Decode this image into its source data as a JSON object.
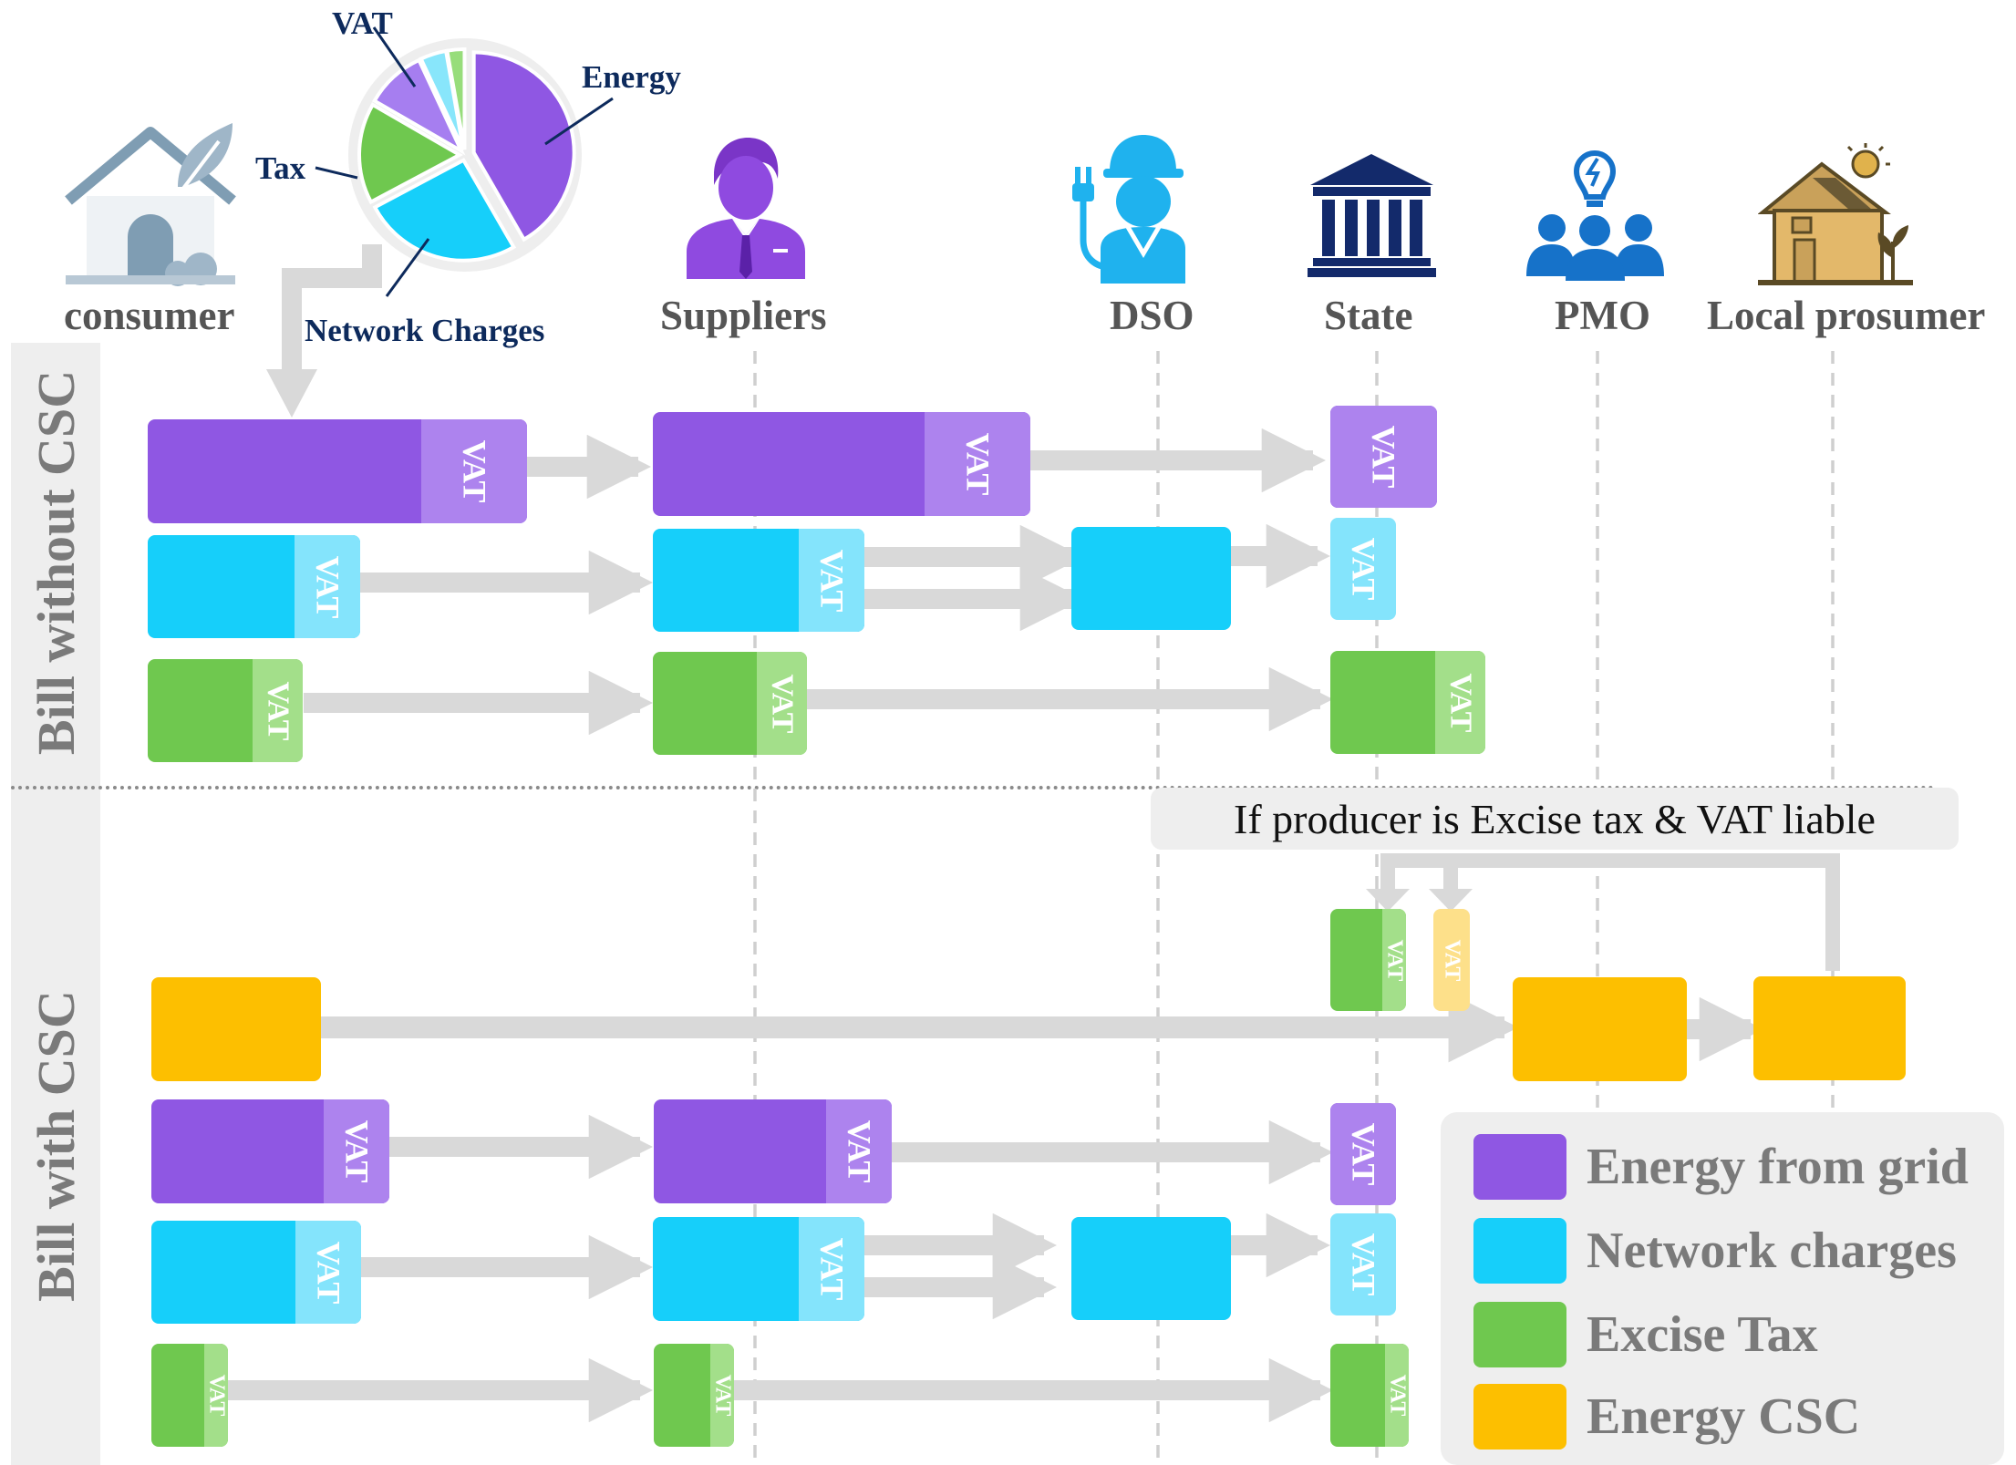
{
  "colors": {
    "energy": "#8f57e3",
    "energy_vat": "#ad83ee",
    "network": "#16cffa",
    "network_vat": "#84e4fc",
    "tax": "#6fc84f",
    "tax_vat": "#a3df8a",
    "csc": "#fdbf00",
    "csc_vat": "#fde08a",
    "arrow": "#d9d9d9",
    "guide": "#cfcfcf",
    "pie_other": "#a67ef0",
    "pie_vat": "#88e6fb",
    "pie_tax_small": "#97dd7b"
  },
  "actors": {
    "consumer": "consumer",
    "suppliers": "Suppliers",
    "dso": "DSO",
    "state": "State",
    "pmo": "PMO",
    "local_prosumer": "Local prosumer"
  },
  "icons": {
    "consumer": "house-leaf-icon",
    "suppliers": "businessman-icon",
    "dso": "electrician-icon",
    "state": "government-building-icon",
    "pmo": "group-lightbulb-icon",
    "local_prosumer": "solar-house-icon"
  },
  "pie": {
    "labels": {
      "vat": "VAT",
      "energy": "Energy",
      "tax": "Tax",
      "network": "Network Charges"
    }
  },
  "sections": {
    "without_csc": "Bill without CSC",
    "with_csc": "Bill with CSC"
  },
  "vat_label": "VAT",
  "note": "If producer is Excise tax & VAT liable",
  "legend": {
    "energy": "Energy from grid",
    "network": "Network charges",
    "tax": "Excise Tax",
    "csc": "Energy CSC"
  }
}
